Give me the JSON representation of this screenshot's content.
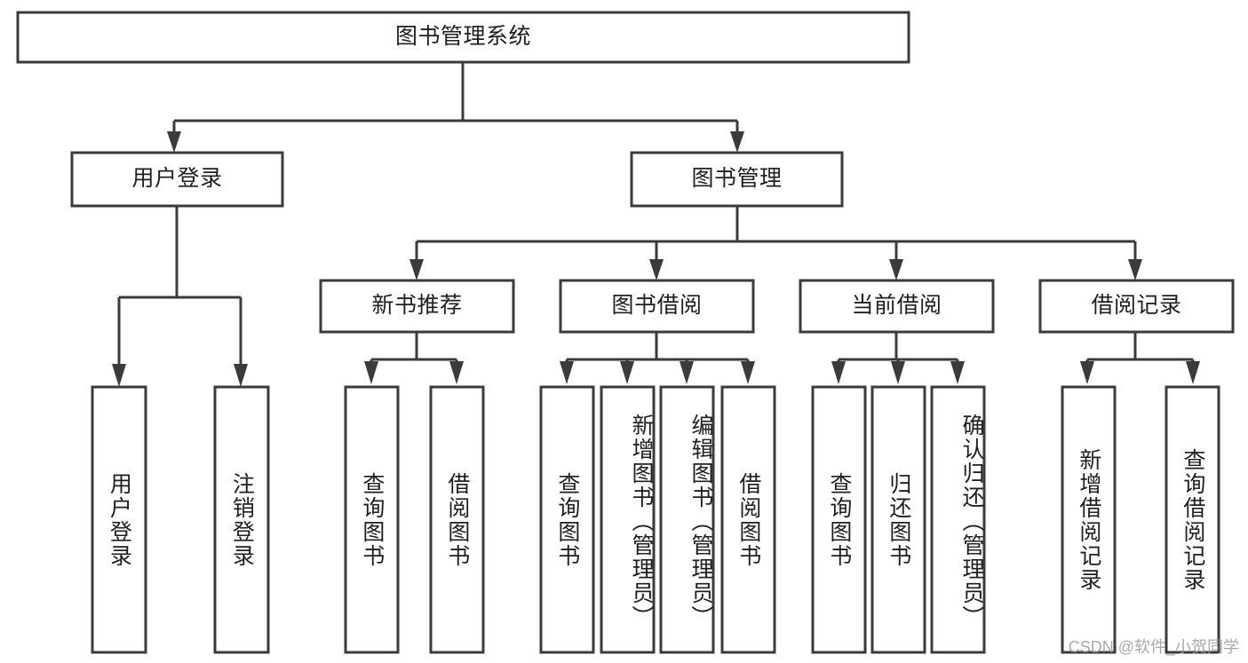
{
  "diagram": {
    "type": "tree",
    "title": "图书管理系统",
    "orientation": "top-down",
    "watermark": "CSDN @软件_小贺同学",
    "colors": {
      "box_fill": "#ffffff",
      "box_stroke": "#3b3b3b",
      "connector": "#3b3b3b",
      "text": "#1f1f1f",
      "watermark": "#9a9a9a",
      "background": "#ffffff"
    },
    "root": {
      "label": "图书管理系统"
    },
    "level2": [
      {
        "label": "用户登录"
      },
      {
        "label": "图书管理"
      }
    ],
    "level3": [
      {
        "label": "新书推荐"
      },
      {
        "label": "图书借阅"
      },
      {
        "label": "当前借阅"
      },
      {
        "label": "借阅记录"
      }
    ],
    "leaves": {
      "user_login": [
        {
          "label": "用户登录"
        },
        {
          "label": "注销登录"
        }
      ],
      "new_book_recommend": [
        {
          "label": "查询图书"
        },
        {
          "label": "借阅图书"
        }
      ],
      "book_borrow": [
        {
          "label": "查询图书"
        },
        {
          "label": "新增图书（管理员）"
        },
        {
          "label": "编辑图书（管理员）"
        },
        {
          "label": "借阅图书"
        }
      ],
      "current_borrow": [
        {
          "label": "查询图书"
        },
        {
          "label": "归还图书"
        },
        {
          "label": "确认归还（管理员）"
        }
      ],
      "borrow_record": [
        {
          "label": "新增借阅记录"
        },
        {
          "label": "查询借阅记录"
        }
      ]
    }
  }
}
